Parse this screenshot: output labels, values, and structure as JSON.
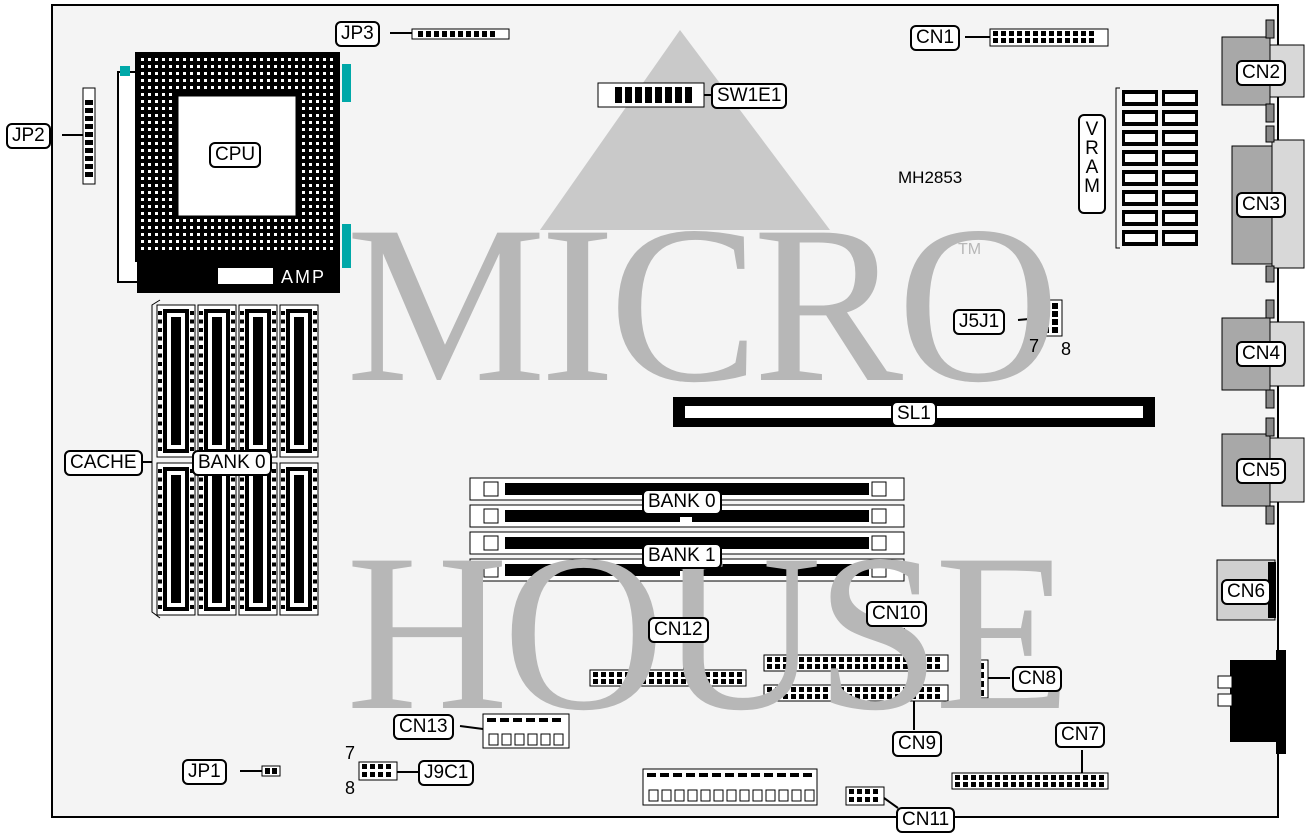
{
  "board": {
    "model": "MH2853",
    "logo": {
      "line1": "MICRO",
      "line2": "HOUSE",
      "trademark": "TM"
    },
    "cpu_socket_text": "AMP"
  },
  "labels": {
    "jp3": "JP3",
    "jp2": "JP2",
    "jp1": "JP1",
    "cn1": "CN1",
    "cn2": "CN2",
    "cn3": "CN3",
    "cn4": "CN4",
    "cn5": "CN5",
    "cn6": "CN6",
    "cn7": "CN7",
    "cn8": "CN8",
    "cn9": "CN9",
    "cn10": "CN10",
    "cn11": "CN11",
    "cn12": "CN12",
    "cn13": "CN13",
    "sw1e1": "SW1E1",
    "cpu": "CPU",
    "vram": "VRAM",
    "j5j1": "J5J1",
    "j5j1_pin7": "7",
    "j5j1_pin8": "8",
    "j9c1": "J9C1",
    "j9c1_pin7": "7",
    "j9c1_pin8": "8",
    "sl1": "SL1",
    "cache": "CACHE",
    "cache_bank": "BANK 0",
    "simm_bank0": "BANK 0",
    "simm_bank1": "BANK 1"
  },
  "colors": {
    "outline": "#000000",
    "watermark": "#b7b7b7",
    "board": "#f4f4f4",
    "connector_gray": "#999999",
    "accent": "#00a8a8"
  }
}
